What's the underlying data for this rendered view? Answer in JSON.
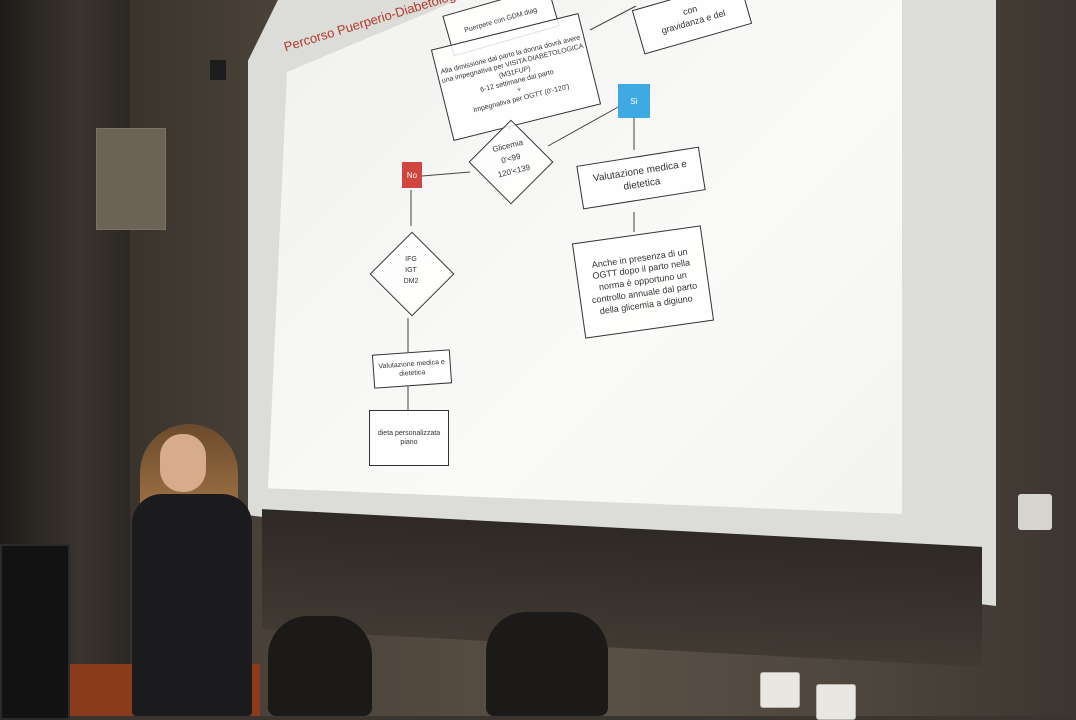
{
  "slide": {
    "title": "Percorso Puerperio-Diabetologia",
    "top_box": "Puerpere con GDM diag",
    "top_right_box": "gravidanza e del",
    "top_right_box_top": "con",
    "discharge_box": "Alla dimissione dal parto la donna dovrà avere una impegnativa per VISITA DIABETOLOGICA (M31FUP)\n6-12 settimane dal parto\n+\nImpegnativa per OGTT (0'-120')",
    "decision_label": "Glicemia\n0'<99\n120'<139",
    "no_label": "No",
    "yes_label": "Sì",
    "ifg_label": "IFG\nIGT\nDM2",
    "left_eval_box": "Valutazione medica e dietetica",
    "left_diet_box": "dieta personalizzata piano",
    "right_eval_box": "Valutazione medica e dietetica",
    "right_note_box": "Anche in presenza di un OGTT dopo il parto nella norma è opportuno un controllo annuale dal parto della glicemia a digiuno"
  },
  "colors": {
    "no_tag": "#d0453d",
    "yes_tag": "#3fa9e4",
    "title": "#b03a2e"
  }
}
